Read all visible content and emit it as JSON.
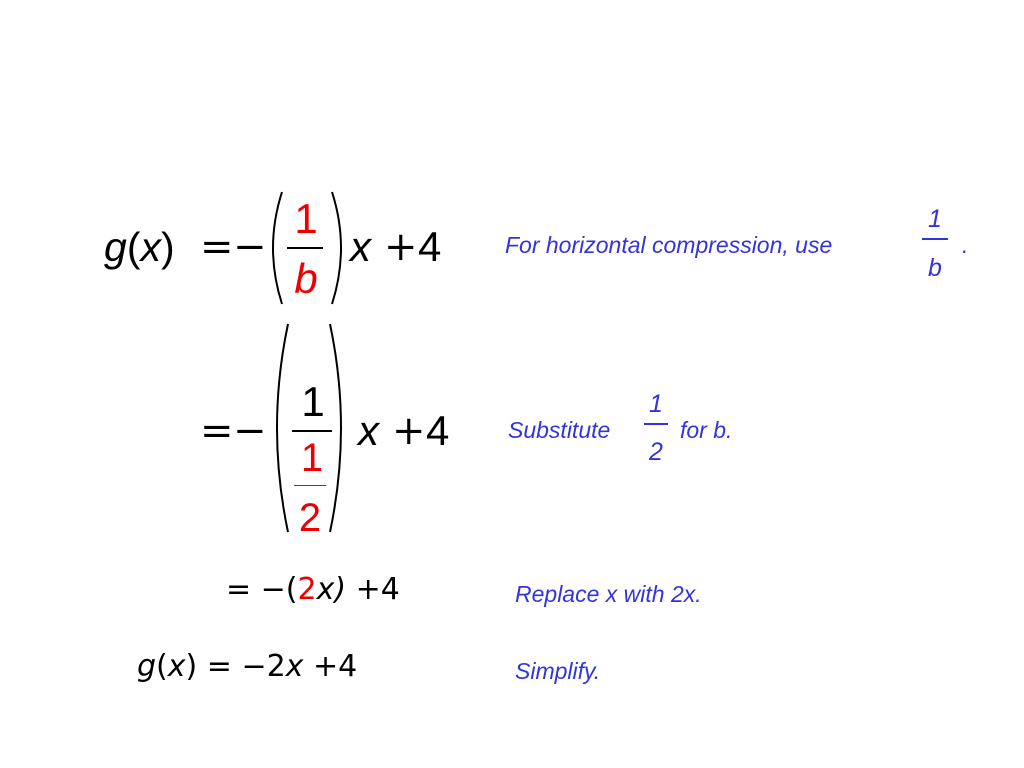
{
  "step1": {
    "lhs_g": "g",
    "lhs_open": "(",
    "lhs_x": "x",
    "lhs_close": ")",
    "equals": "=",
    "minus": "−",
    "frac_num": "1",
    "frac_den": "b",
    "x": "x",
    "plus": "+",
    "const": "4",
    "note": {
      "text": "For horizontal compression, use",
      "frac_num": "1",
      "frac_den": "b",
      "end": "."
    }
  },
  "step2": {
    "equals": "=",
    "minus": "−",
    "outer_num": "1",
    "inner_num": "1",
    "inner_den": "2",
    "x": "x",
    "plus": "+",
    "const": "4",
    "note": {
      "pre": "Substitute",
      "frac_num": "1",
      "frac_den": "2",
      "post": "for b."
    }
  },
  "step3": {
    "pre": "= −(",
    "coef": "2",
    "x": "x)",
    "post": " +4",
    "note": "Replace x with 2x."
  },
  "step4": {
    "g": "g",
    "open": "(",
    "x": "x",
    "mid": ") = −2",
    "x2": "x",
    "post": " +4",
    "note": "Simplify."
  },
  "colors": {
    "note_blue": "#3333dd",
    "highlight_red": "#ee0000",
    "text_black": "#000000",
    "background": "#ffffff"
  }
}
